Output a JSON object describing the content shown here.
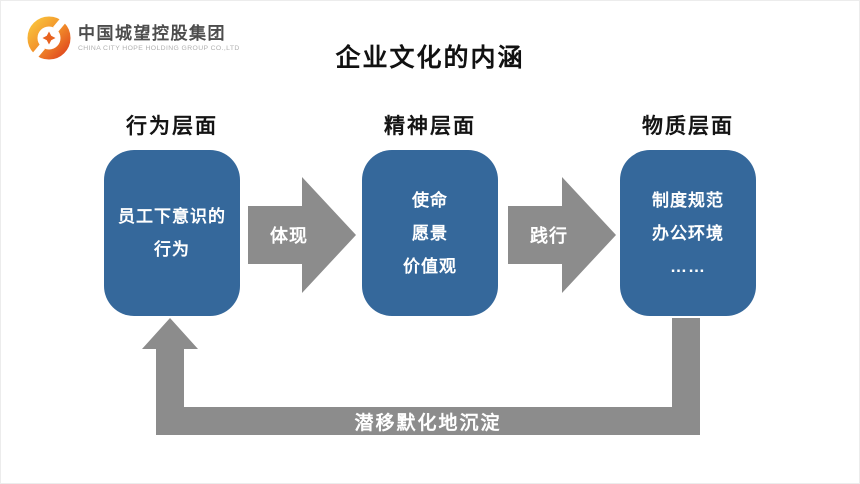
{
  "logo": {
    "company_name": "中国城望控股集团",
    "company_name_en": "CHINA CITY HOPE HOLDING GROUP CO.,LTD"
  },
  "title": "企业文化的内涵",
  "diagram": {
    "columns": [
      {
        "heading": "行为层面",
        "box_lines": [
          "员工下意识的",
          "行为"
        ]
      },
      {
        "heading": "精神层面",
        "box_lines": [
          "使命",
          "愿景",
          "价值观"
        ]
      },
      {
        "heading": "物质层面",
        "box_lines": [
          "制度规范",
          "办公环境",
          "……"
        ]
      }
    ],
    "arrows": [
      {
        "label": "体现"
      },
      {
        "label": "践行"
      }
    ],
    "feedback": {
      "label": "潜移默化地沉淀"
    },
    "colors": {
      "box_blue": "#35689b",
      "arrow_gray": "#8c8c8c",
      "logo_orange": "#ef7b21"
    }
  }
}
